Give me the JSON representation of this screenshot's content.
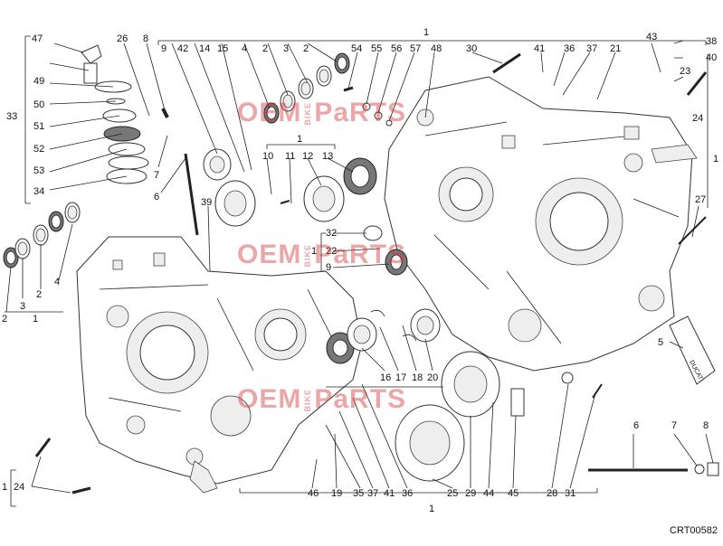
{
  "diagram": {
    "code": "CRT00582",
    "watermark": {
      "brand_left": "OEM",
      "brand_mid": "BIKE",
      "brand_right": "PaRTS"
    },
    "callouts": {
      "c47": "47",
      "c26": "26",
      "c8a": "8",
      "c9a": "9",
      "c42": "42",
      "c14": "14",
      "c15": "15",
      "c4a": "4",
      "c2a": "2",
      "c3a": "3",
      "c2b": "2",
      "c54": "54",
      "c55": "55",
      "c56": "56",
      "c57": "57",
      "c48": "48",
      "c30": "30",
      "c41a": "41",
      "c36a": "36",
      "c37a": "37",
      "c21": "21",
      "c43": "43",
      "c38": "38",
      "c40": "40",
      "c23": "23",
      "c24a": "24",
      "c1top": "1",
      "c1r": "1",
      "c49": "49",
      "c50": "50",
      "c51": "51",
      "c52": "52",
      "c53": "53",
      "c34": "34",
      "c33": "33",
      "c7a": "7",
      "c6a": "6",
      "c10": "10",
      "c11": "11",
      "c12": "12",
      "c13": "13",
      "c1m": "1",
      "c39": "39",
      "c27": "27",
      "c32": "32",
      "c22": "22",
      "c9b": "9",
      "c1mm": "1",
      "c2l": "2",
      "c3l": "3",
      "c2l2": "2",
      "c4l": "4",
      "c1l": "1",
      "c5": "5",
      "c16": "16",
      "c17": "17",
      "c18": "18",
      "c20": "20",
      "c6b": "6",
      "c7b": "7",
      "c8b": "8",
      "c1bl": "1",
      "c24b": "24",
      "c46": "46",
      "c19": "19",
      "c35": "35",
      "c37b": "37",
      "c41b": "41",
      "c36b": "36",
      "c25": "25",
      "c29": "29",
      "c44": "44",
      "c45": "45",
      "c28": "28",
      "c31": "31",
      "c1bot": "1"
    }
  }
}
